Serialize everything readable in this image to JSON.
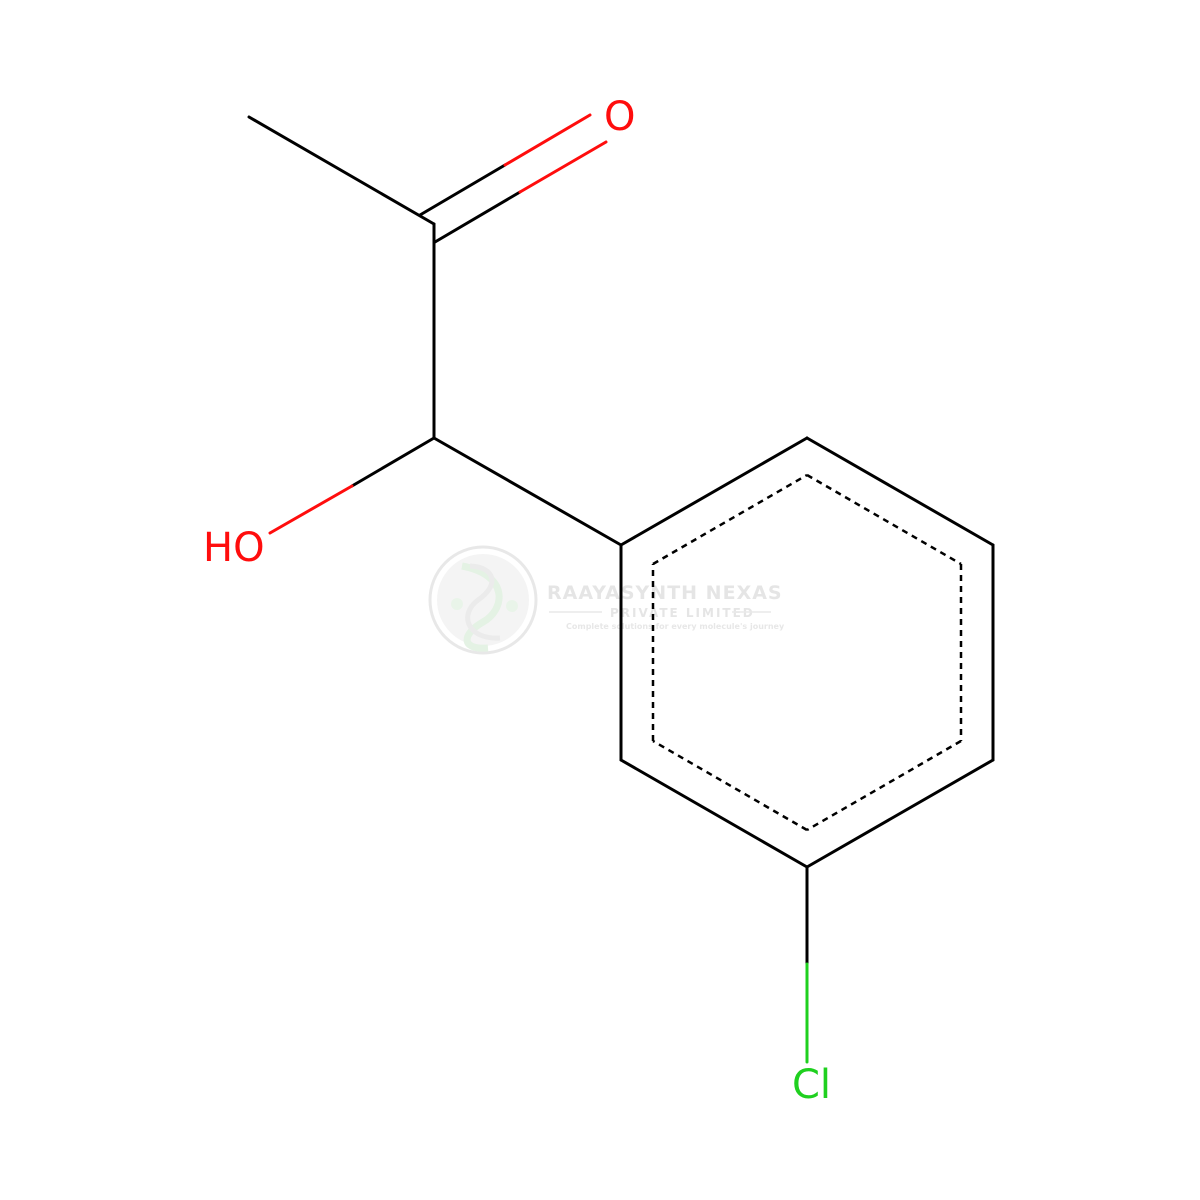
{
  "molecule": {
    "atoms": {
      "oxygen_carbonyl": "O",
      "hydroxyl": "HO",
      "chlorine": "Cl"
    }
  },
  "colors": {
    "bond": "#000000",
    "oxygen": "#ff0d0d",
    "chlorine": "#1fd01f",
    "watermark": "#d9d9d9"
  },
  "watermark": {
    "company": "RAAYASYNTH NEXAS",
    "subtitle": "PRIVATE LIMITED",
    "tagline": "Complete solutions for every molecule's journey"
  }
}
